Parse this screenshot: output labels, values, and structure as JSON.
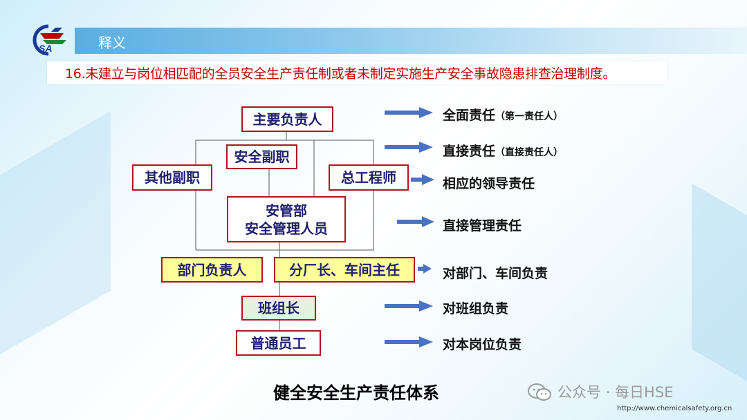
{
  "header": {
    "title": "释义",
    "logo_text": "SA"
  },
  "notice": "16.未建立与岗位相匹配的全员安全生产责任制或者未制定实施生产安全事故隐患排查治理制度。",
  "org": {
    "top": "主要负责人",
    "safety_deputy": "安全副职",
    "other_deputy": "其他副职",
    "chief_engineer": "总工程师",
    "safety_dept_line1": "安管部",
    "safety_dept_line2": "安全管理人员",
    "dept_head": "部门负责人",
    "workshop_head": "分厂长、车间主任",
    "team_leader": "班组长",
    "staff": "普通员工"
  },
  "responsibilities": [
    {
      "main": "全面责任",
      "note": "（第一责任人）"
    },
    {
      "main": "直接责任",
      "note": "（直接责任人）"
    },
    {
      "main": "相应的领导责任",
      "note": ""
    },
    {
      "main": "直接管理责任",
      "note": ""
    },
    {
      "main": "对部门、车间负责",
      "note": ""
    },
    {
      "main": "对班组负责",
      "note": ""
    },
    {
      "main": "对本岗位负责",
      "note": ""
    }
  ],
  "caption": "健全安全生产责任体系",
  "watermark": "公众号 · 每日HSE",
  "url": "http://www.chemicalsafety.org.cn",
  "colors": {
    "header_bar": "#5aaee0",
    "notice_text": "#c00000",
    "box_border": "#b01620",
    "box_text": "#1f1f6e",
    "arrow": "#4a72c4",
    "yellow_fill": "#ffff99",
    "green_fill": "#e4f3df"
  },
  "icons": [
    "logo-icon",
    "arrow-right-icon",
    "wechat-icon"
  ]
}
